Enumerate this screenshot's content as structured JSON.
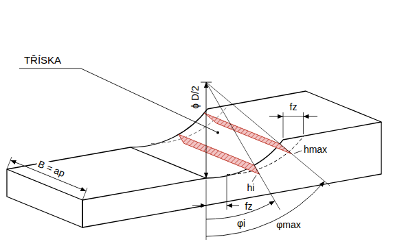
{
  "diagram": {
    "labels": [
      "TŘÍSKA",
      "ϕ D/2",
      "B = ap",
      "fz",
      "fz",
      "hmax",
      "hi",
      "φi",
      "φmax"
    ]
  }
}
